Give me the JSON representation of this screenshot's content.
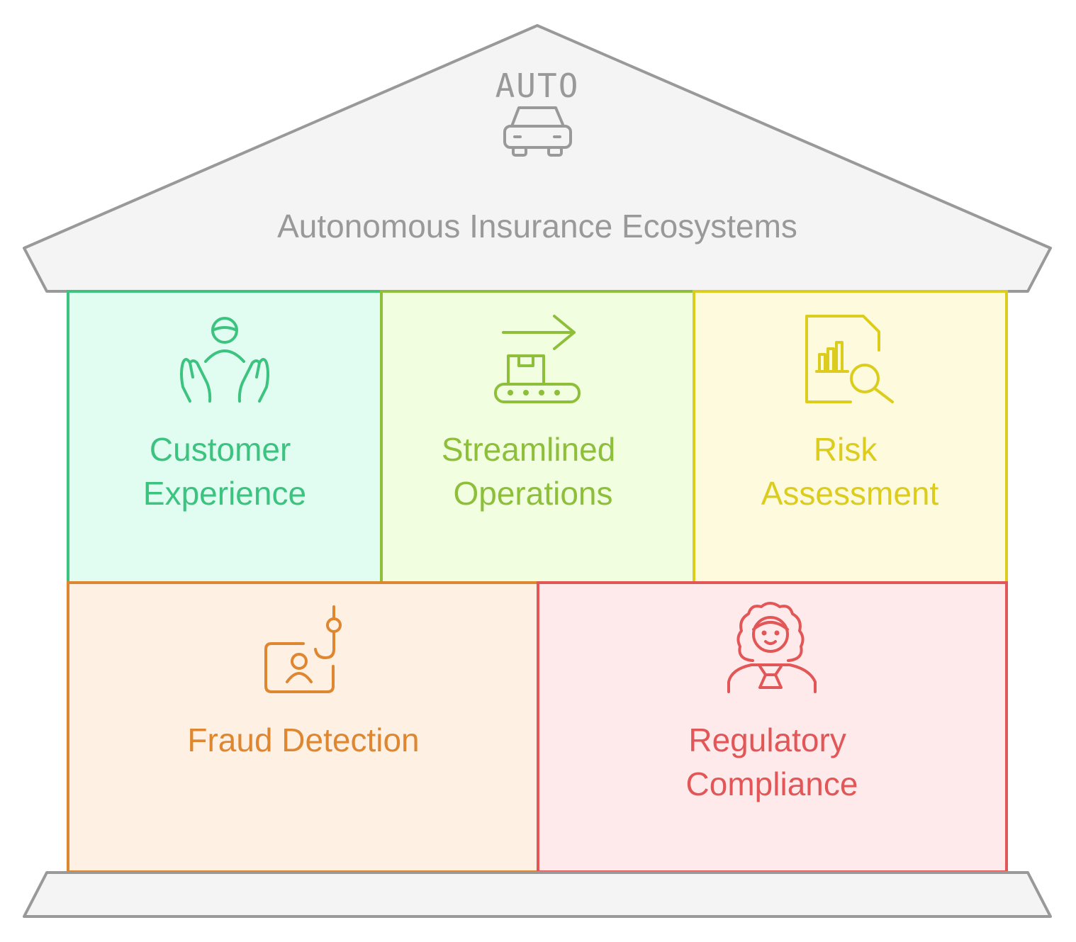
{
  "roof": {
    "badge_text": "AUTO",
    "title": "Autonomous Insurance Ecosystems",
    "icon": "car-icon"
  },
  "pillars": [
    {
      "id": "customer-experience",
      "lines": [
        "Customer",
        "Experience"
      ],
      "icon": "person-hands-icon",
      "color": "#3cc380",
      "fill": "#e1fcf0"
    },
    {
      "id": "streamlined-operations",
      "lines": [
        "Streamlined",
        "Operations"
      ],
      "icon": "conveyor-box-icon",
      "color": "#8ebf3a",
      "fill": "#f1fee0"
    },
    {
      "id": "risk-assessment",
      "lines": [
        "Risk",
        "Assessment"
      ],
      "icon": "document-chart-search-icon",
      "color": "#dccc1e",
      "fill": "#fefadd"
    },
    {
      "id": "fraud-detection",
      "lines": [
        "Fraud Detection"
      ],
      "icon": "id-card-hook-icon",
      "color": "#de8730",
      "fill": "#fef0e3"
    },
    {
      "id": "regulatory-compliance",
      "lines": [
        "Regulatory",
        "Compliance"
      ],
      "icon": "judge-icon",
      "color": "#e25657",
      "fill": "#feeaea"
    }
  ],
  "colors": {
    "roof_fill": "#f4f4f4",
    "roof_stroke": "#999999",
    "roof_text": "#999999"
  }
}
